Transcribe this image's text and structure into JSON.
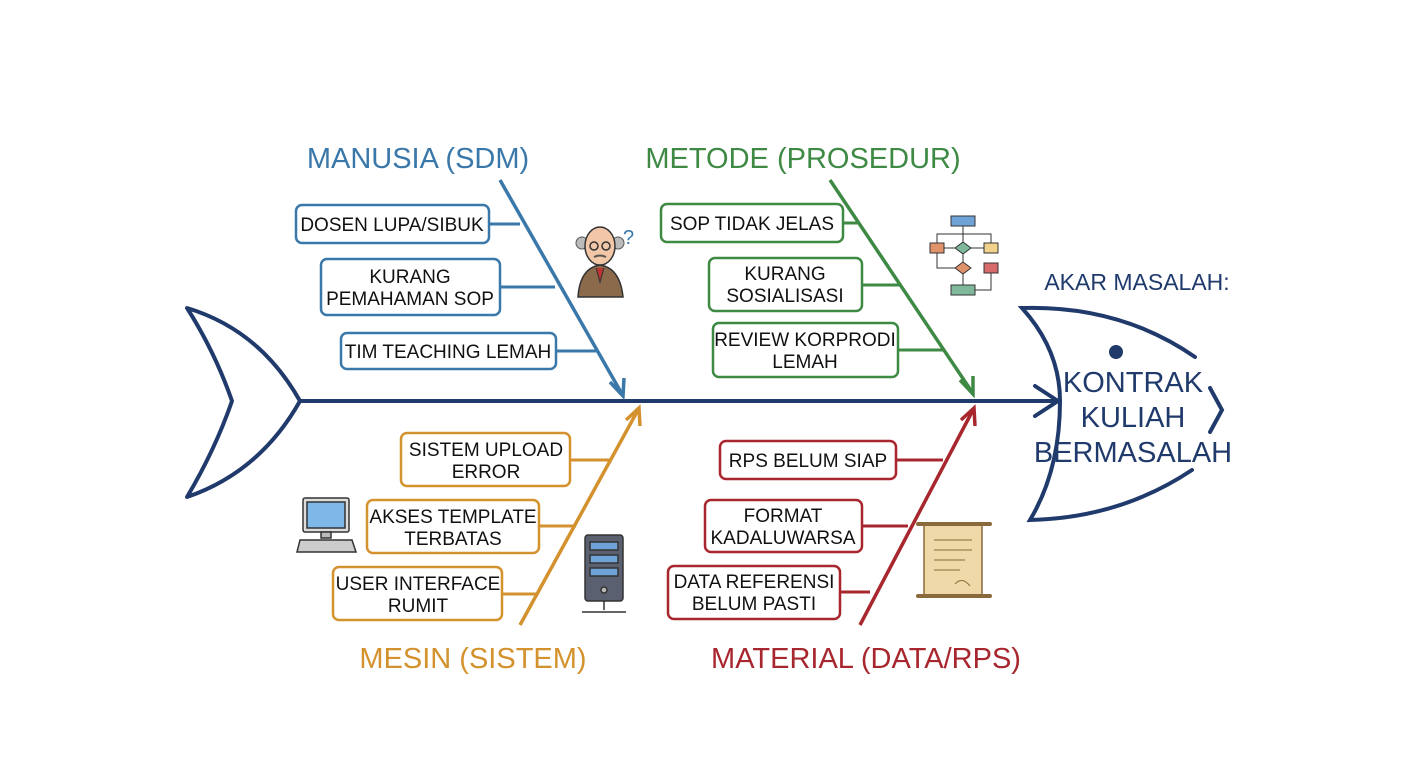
{
  "colors": {
    "navy": "#1f3a6b",
    "manusia": "#3b78aa",
    "metode": "#3e8a45",
    "mesin": "#d4922e",
    "material": "#a8272e"
  },
  "head": {
    "label": "AKAR MASALAH:",
    "problem_lines": [
      "KONTRAK",
      "KULIAH",
      "BERMASALAH"
    ]
  },
  "categories": {
    "manusia": {
      "title": "MANUSIA (SDM)",
      "icon": "confused-professor-icon",
      "causes": [
        [
          "DOSEN LUPA/SIBUK"
        ],
        [
          "KURANG",
          "PEMAHAMAN SOP"
        ],
        [
          "TIM TEACHING LEMAH"
        ]
      ]
    },
    "metode": {
      "title": "METODE (PROSEDUR)",
      "icon": "flowchart-icon",
      "causes": [
        [
          "SOP TIDAK JELAS"
        ],
        [
          "KURANG",
          "SOSIALISASI"
        ],
        [
          "REVIEW KORPRODI",
          "LEMAH"
        ]
      ]
    },
    "mesin": {
      "title": "MESIN (SISTEM)",
      "icon": "computer-icon",
      "causes": [
        [
          "SISTEM UPLOAD",
          "ERROR"
        ],
        [
          "AKSES TEMPLATE",
          "TERBATAS"
        ],
        [
          "USER INTERFACE",
          "RUMIT"
        ]
      ]
    },
    "material": {
      "title": "MATERIAL (DATA/RPS)",
      "icon": "document-scroll-icon",
      "causes": [
        [
          "RPS BELUM SIAP"
        ],
        [
          "FORMAT",
          "KADALUWARSA"
        ],
        [
          "DATA REFERENSI",
          "BELUM PASTI"
        ]
      ]
    }
  }
}
